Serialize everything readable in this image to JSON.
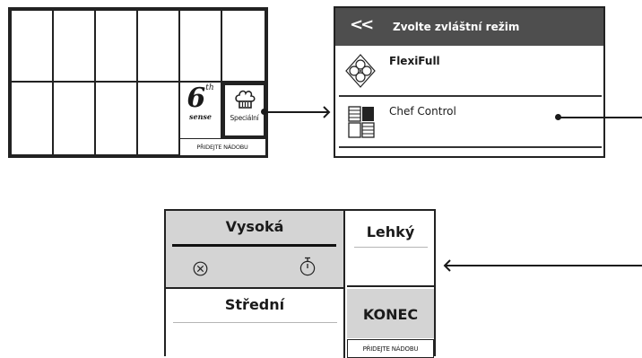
{
  "cooktop": {
    "sixth_sense": {
      "number": "6",
      "superscript": "th",
      "word": "sense"
    },
    "special_label": "Speciální",
    "add_pot_label": "PŘIDEJTE NÁDOBU"
  },
  "mode_menu": {
    "back_label": "<<",
    "title": "Zvolte zvláštní režim",
    "items": [
      {
        "label": "FlexiFull",
        "icon": "flexifull-icon"
      },
      {
        "label": "Chef Control",
        "icon": "chef-control-icon"
      }
    ]
  },
  "power_panel": {
    "high_label": "Vysoká",
    "light_label": "Lehký",
    "medium_label": "Střední",
    "end_label": "KONEC",
    "add_pot_label": "PŘIDEJTE NÁDOBU",
    "cancel_icon": "cancel-icon",
    "timer_icon": "timer-icon"
  },
  "colors": {
    "menu_header_bg": "#4e4e4e",
    "selected_bg": "#d4d4d4",
    "line": "#222222"
  }
}
